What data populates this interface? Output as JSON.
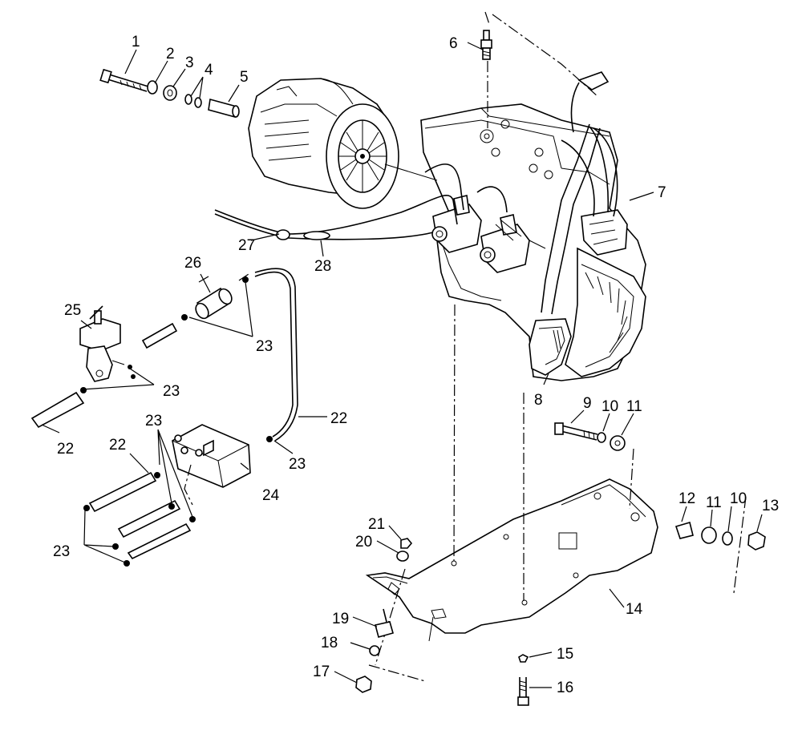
{
  "callouts": [
    {
      "id": "c1",
      "text": "1"
    },
    {
      "id": "c2",
      "text": "2"
    },
    {
      "id": "c3",
      "text": "3"
    },
    {
      "id": "c4",
      "text": "4"
    },
    {
      "id": "c5",
      "text": "5"
    },
    {
      "id": "c6",
      "text": "6"
    },
    {
      "id": "c7",
      "text": "7"
    },
    {
      "id": "c8",
      "text": "8"
    },
    {
      "id": "c9",
      "text": "9"
    },
    {
      "id": "c10a",
      "text": "10"
    },
    {
      "id": "c11a",
      "text": "11"
    },
    {
      "id": "c12",
      "text": "12"
    },
    {
      "id": "c11b",
      "text": "11"
    },
    {
      "id": "c10b",
      "text": "10"
    },
    {
      "id": "c13",
      "text": "13"
    },
    {
      "id": "c14",
      "text": "14"
    },
    {
      "id": "c15",
      "text": "15"
    },
    {
      "id": "c16",
      "text": "16"
    },
    {
      "id": "c17",
      "text": "17"
    },
    {
      "id": "c18",
      "text": "18"
    },
    {
      "id": "c19",
      "text": "19"
    },
    {
      "id": "c20",
      "text": "20"
    },
    {
      "id": "c21",
      "text": "21"
    },
    {
      "id": "c22a",
      "text": "22"
    },
    {
      "id": "c22b",
      "text": "22"
    },
    {
      "id": "c22c",
      "text": "22"
    },
    {
      "id": "c23a",
      "text": "23"
    },
    {
      "id": "c23b",
      "text": "23"
    },
    {
      "id": "c23c",
      "text": "23"
    },
    {
      "id": "c23d",
      "text": "23"
    },
    {
      "id": "c23e",
      "text": "23"
    },
    {
      "id": "c24",
      "text": "24"
    },
    {
      "id": "c25",
      "text": "25"
    },
    {
      "id": "c26",
      "text": "26"
    },
    {
      "id": "c27",
      "text": "27"
    },
    {
      "id": "c28",
      "text": "28"
    }
  ]
}
